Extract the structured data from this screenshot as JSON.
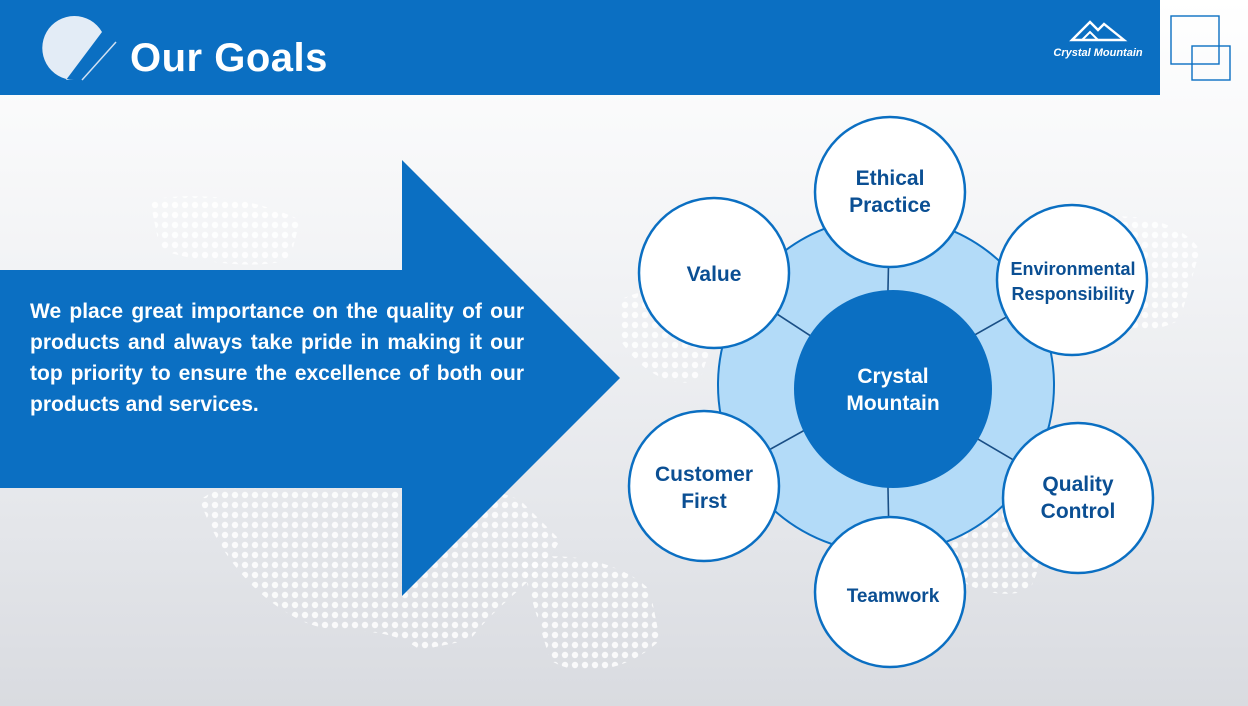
{
  "header": {
    "title": "Our Goals",
    "brand_name": "Crystal Mountain"
  },
  "arrow": {
    "text": "We place great importance on the quality of our products and always take pride in making it our top priority to ensure the excellence of both our products and services."
  },
  "diagram": {
    "center": "Crystal\nMountain",
    "nodes": [
      {
        "id": "ethical",
        "label": "Ethical\nPractice"
      },
      {
        "id": "environmental",
        "label": "Environmental\nResponsibility"
      },
      {
        "id": "quality",
        "label": "Quality\nControl"
      },
      {
        "id": "teamwork",
        "label": "Teamwork"
      },
      {
        "id": "customer",
        "label": "Customer\nFirst"
      },
      {
        "id": "value",
        "label": "Value"
      }
    ]
  },
  "colors": {
    "primary_blue": "#0b6fc2",
    "ring_light_blue": "#a9d4f5",
    "node_text": "#0b4f93"
  }
}
